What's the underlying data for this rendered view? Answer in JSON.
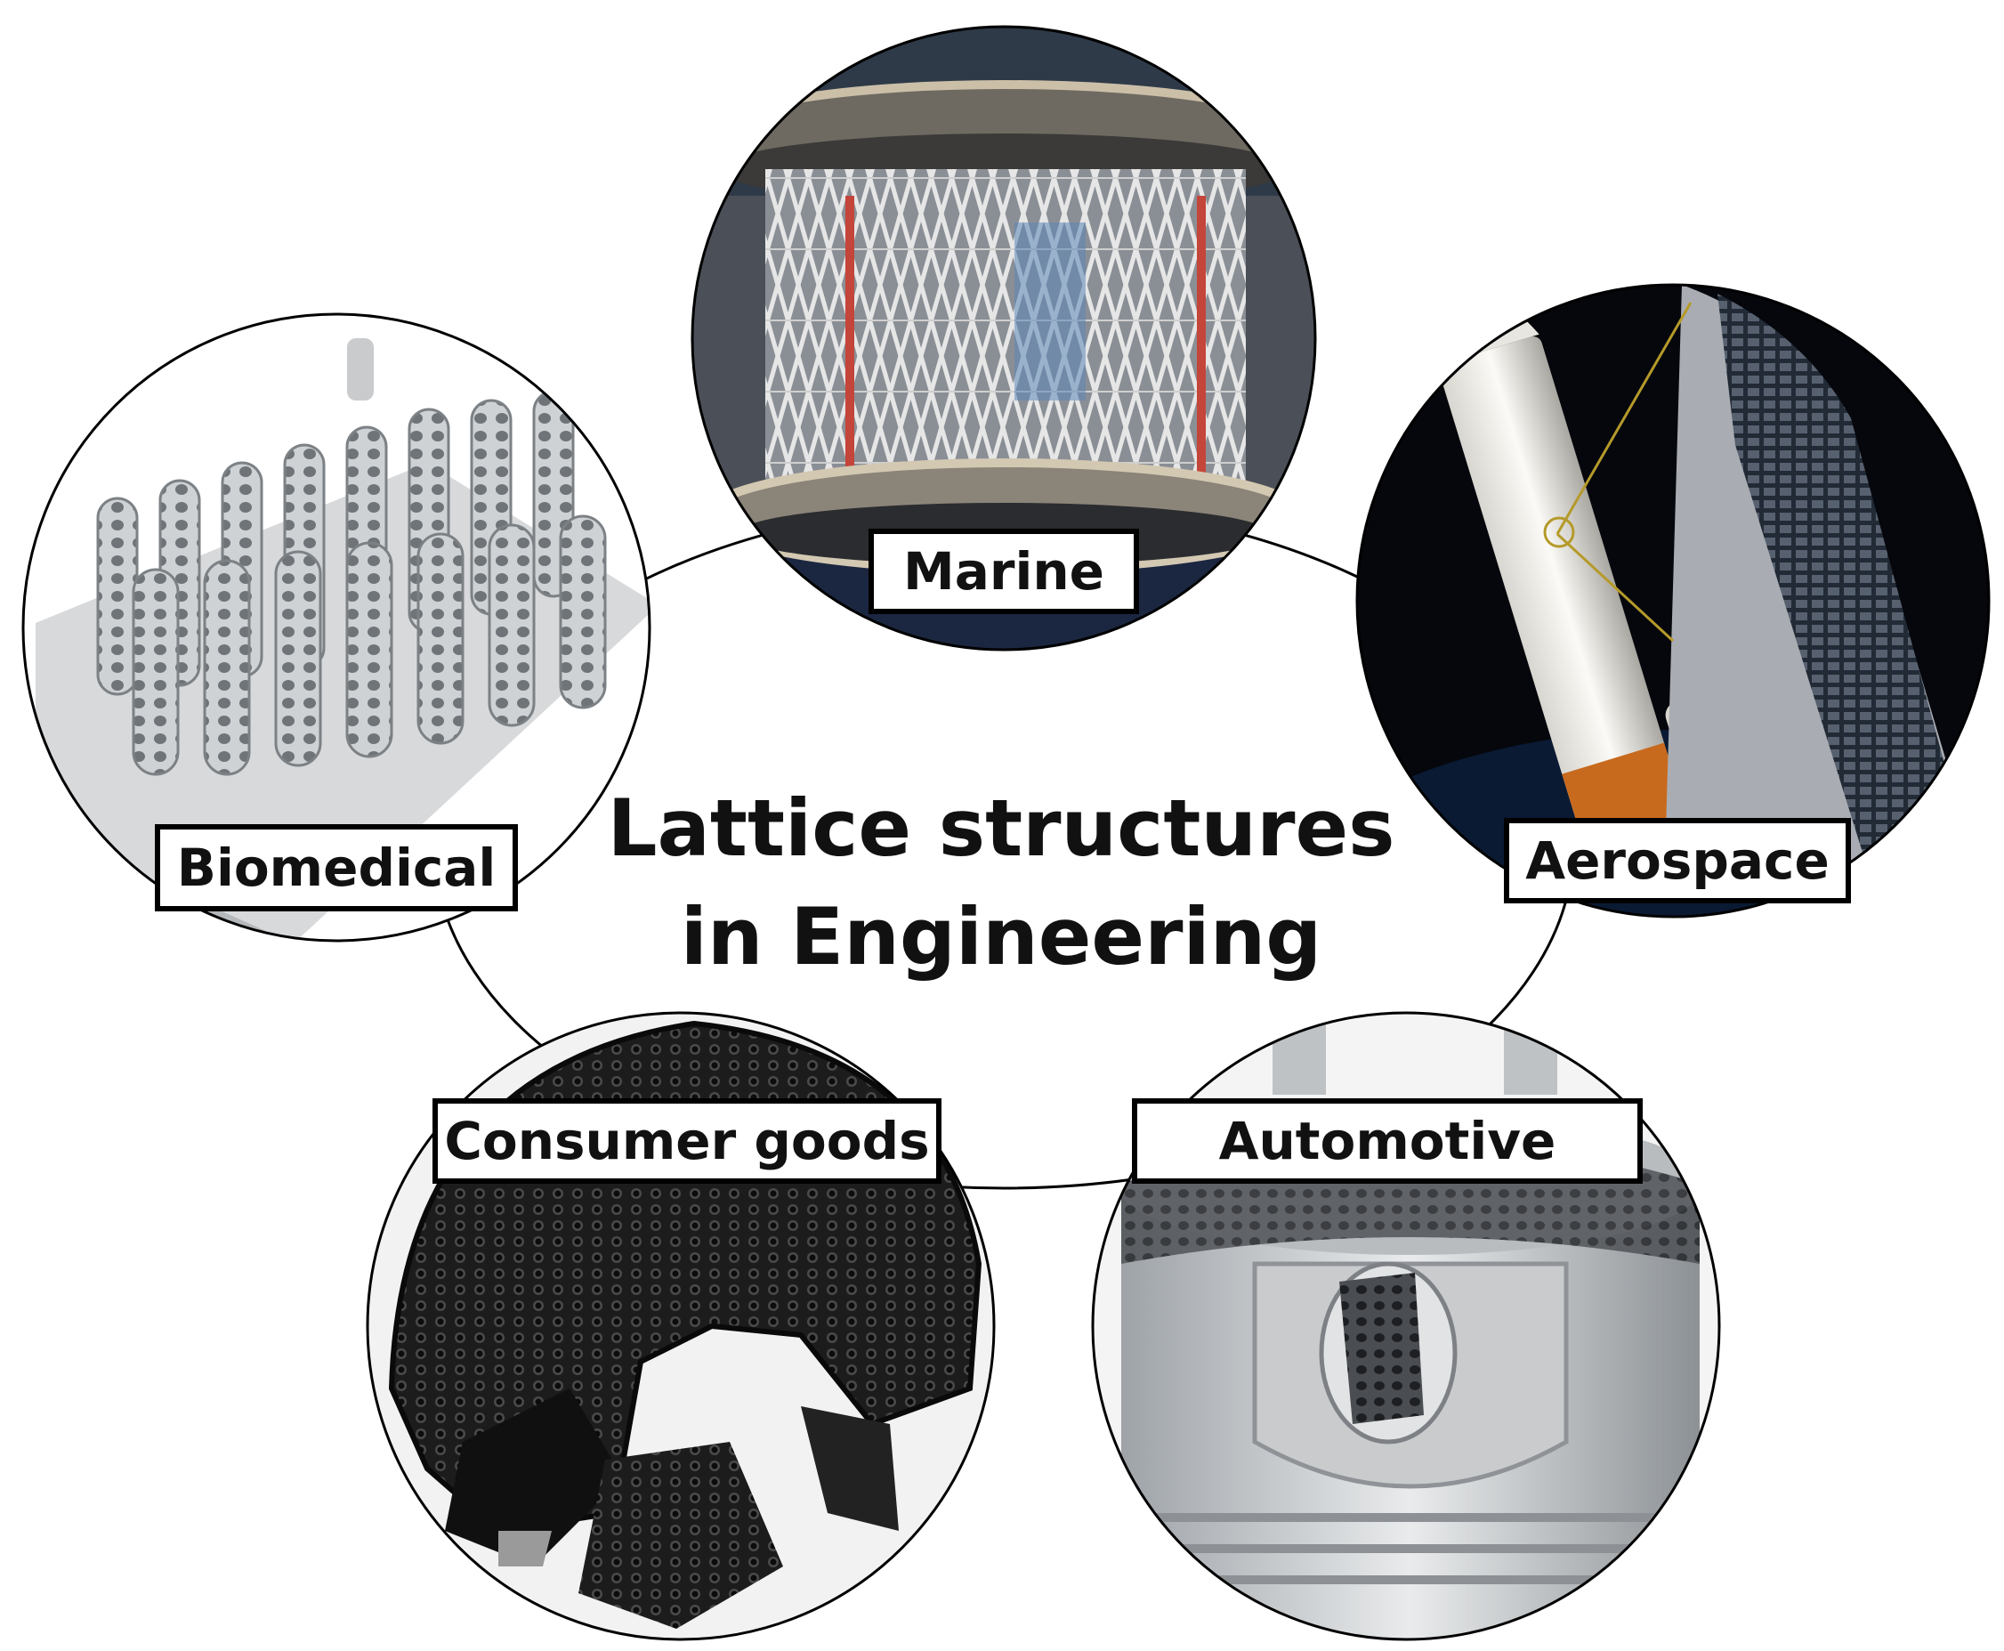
{
  "title": {
    "line1": "Lattice structures",
    "line2": "in Engineering"
  },
  "applications": {
    "marine": "Marine",
    "aerospace": "Aerospace",
    "biomedical": "Biomedical",
    "consumer_goods": "Consumer goods",
    "automotive": "Automotive"
  },
  "images": {
    "marine": "cylindrical-lattice-structure-photo",
    "aerospace": "rocket-with-lattice-panel-photo",
    "biomedical": "lattice-implant-array-photo",
    "consumer_goods": "lattice-helmet-photo",
    "automotive": "lattice-piston-photo"
  },
  "colors": {
    "outline": "#000000",
    "label_background": "#ffffff",
    "aerospace_highlight": "#b59a2a"
  }
}
